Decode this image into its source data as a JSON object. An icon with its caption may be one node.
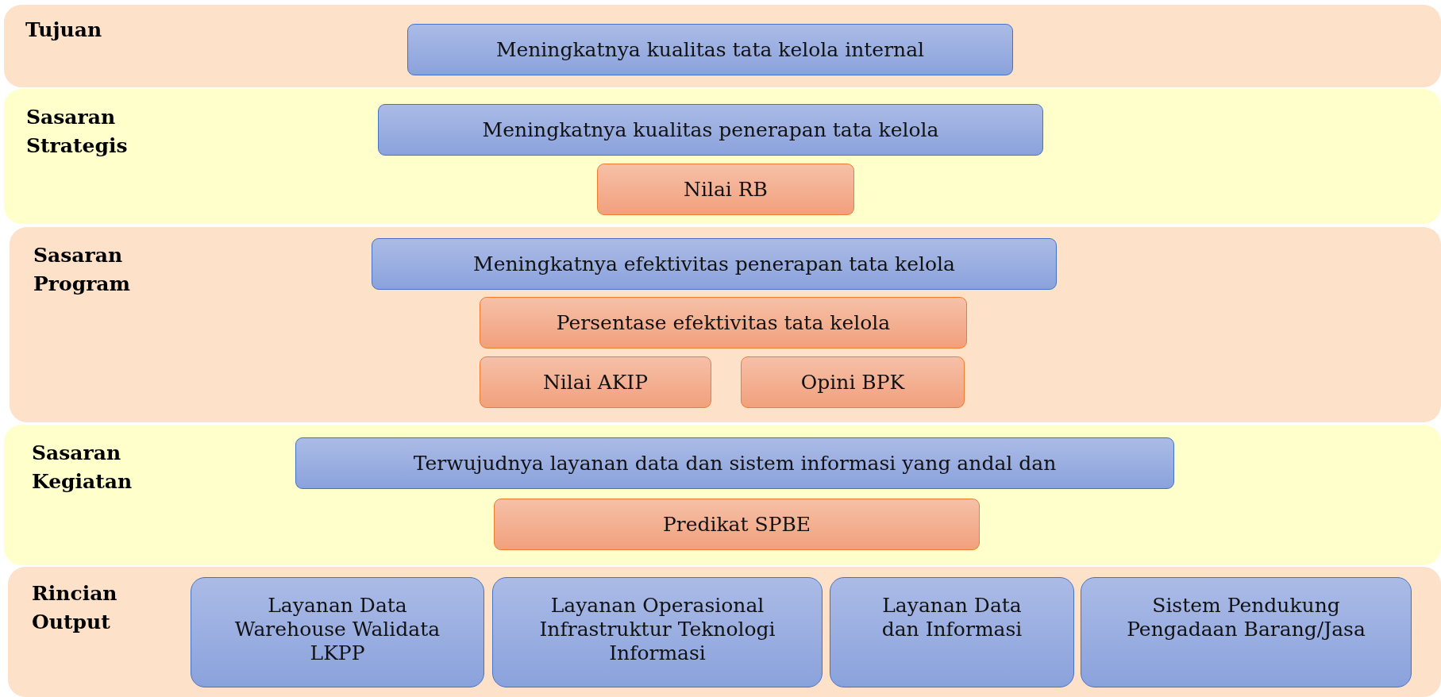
{
  "diagram": {
    "nodes": [
      {
        "text": [
          "Tujuan"
        ]
      },
      {
        "text": [
          "Meningkatnya kualitas tata kelola internal"
        ],
        "in": 0
      },
      {
        "text": [
          "Sasaran Strategis"
        ]
      },
      {
        "text": [
          "Meningkatnya kualitas penerapan tata kelola"
        ],
        "in": 2
      },
      {
        "text": [
          "Nilai RB"
        ],
        "in": 2
      },
      {
        "text": [
          "Sasaran Program"
        ]
      },
      {
        "text": [
          "Meningkatnya efektivitas penerapan tata kelola"
        ],
        "in": 5
      },
      {
        "text": [
          "Persentase efektivitas tata kelola"
        ],
        "in": 5
      },
      {
        "text": [
          "Nilai AKIP"
        ],
        "in": 5
      },
      {
        "text": [
          "Opini BPK"
        ],
        "in": 5
      },
      {
        "text": [
          "Sasaran Kegiatan"
        ]
      },
      {
        "text": [
          "Terwujudnya layanan data dan sistem informasi yang andal dan"
        ],
        "in": 10
      },
      {
        "text": [
          "Predikat SPBE"
        ],
        "in": 10
      },
      {
        "text": [
          "Rincian Output"
        ]
      },
      {
        "text": [
          "Layanan Data Warehouse Walidata LKPP"
        ],
        "in": 13
      },
      {
        "text": [
          "Layanan Operasional Infrastruktur Teknologi Informasi"
        ],
        "in": 13
      },
      {
        "text": [
          "Layanan Data dan Informasi"
        ],
        "in": 13
      },
      {
        "text": [
          "Sistem Pendukung Pengadaan Barang/Jasa"
        ],
        "in": 13
      }
    ]
  }
}
